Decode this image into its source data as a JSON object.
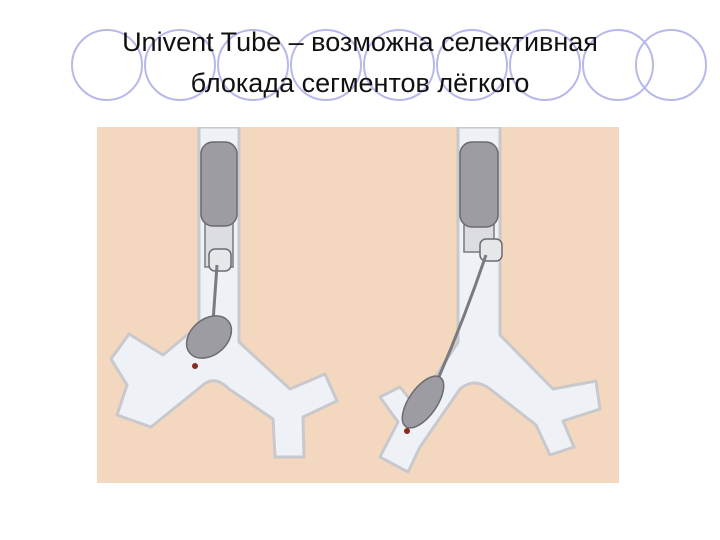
{
  "slide": {
    "title_line1": "Univent Tube – возможна селективная",
    "title_line2": "блокада сегментов лёгкого"
  },
  "colors": {
    "background": "#ffffff",
    "circle_stroke": "#b7b9ea",
    "panel_bg": "#f3d8bf",
    "airway": "#eef2f6",
    "airway_outline": "#c9c8cc",
    "tube": "#dcdde2",
    "cuff": "#9c9ca2",
    "blocker_tip": "#8a2a1e"
  },
  "illustrations": [
    {
      "name": "univent-tube-blocker-upper-segment"
    },
    {
      "name": "univent-tube-blocker-lower-segment"
    }
  ]
}
